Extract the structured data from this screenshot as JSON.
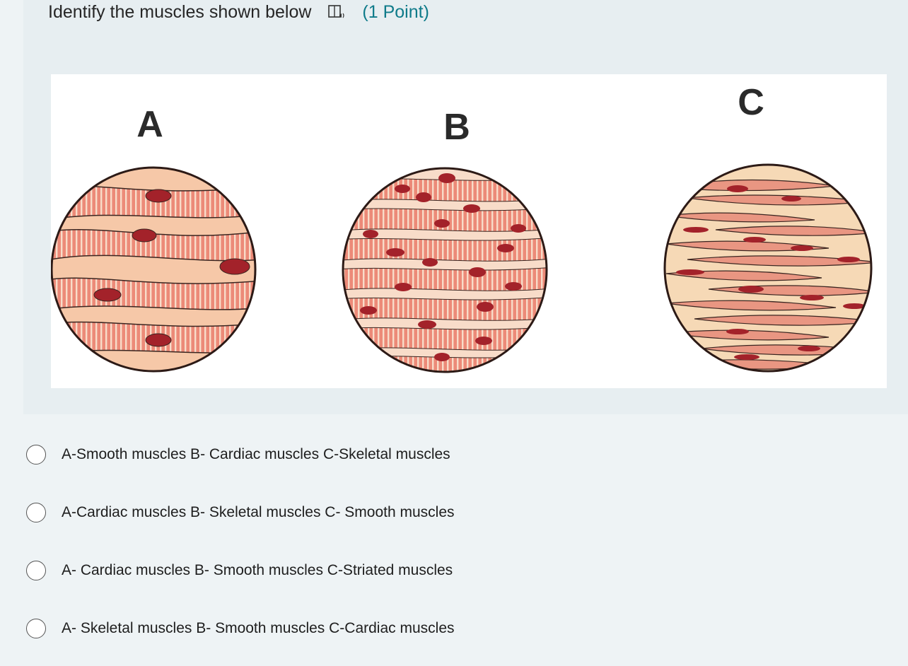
{
  "question": {
    "title": "Identify the muscles shown below",
    "points": "(1 Point)",
    "reader_icon": "immersive-reader-icon"
  },
  "figure": {
    "labels": [
      "A",
      "B",
      "C"
    ]
  },
  "options": [
    {
      "label": "A-Smooth muscles B- Cardiac muscles C-Skeletal muscles",
      "selected": false
    },
    {
      "label": "A-Cardiac muscles B- Skeletal muscles C- Smooth muscles",
      "selected": false
    },
    {
      "label": "A- Cardiac muscles B- Smooth muscles C-Striated muscles",
      "selected": false
    },
    {
      "label": "A- Skeletal muscles B- Smooth muscles C-Cardiac muscles",
      "selected": false
    }
  ],
  "colors": {
    "accent": "#0f7b8a",
    "fiber": "#ec8a78",
    "fiber_light": "#f6c8a8",
    "nucleus": "#a3222a",
    "outline": "#2c1a16"
  }
}
